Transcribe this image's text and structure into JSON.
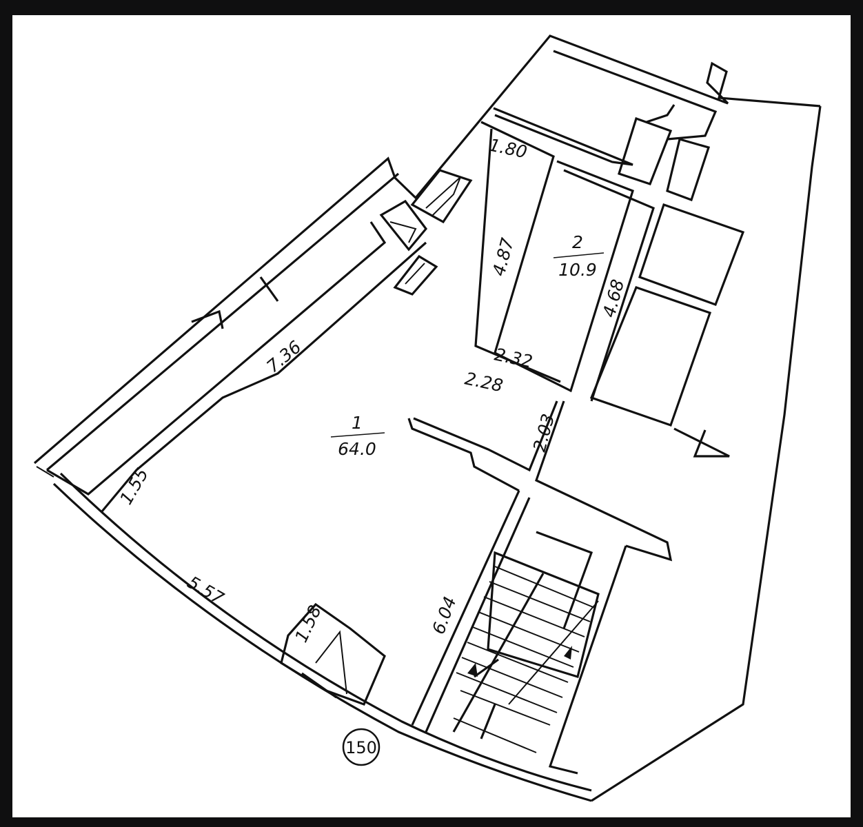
{
  "colors": {
    "background": "#0f0f10",
    "paper": "#ffffff",
    "ink": "#111111"
  },
  "rooms": [
    {
      "number": "1",
      "area": "64.0"
    },
    {
      "number": "2",
      "area": "10.9"
    }
  ],
  "dimensions": {
    "d180": "1.80",
    "d487": "4.87",
    "d468": "4.68",
    "d736": "7.36",
    "d232": "2.32",
    "d228": "2.28",
    "d203": "2.03",
    "d155": "1.55",
    "d557": "5.57",
    "d158": "1.58",
    "d604": "6.04"
  },
  "marker": "150"
}
